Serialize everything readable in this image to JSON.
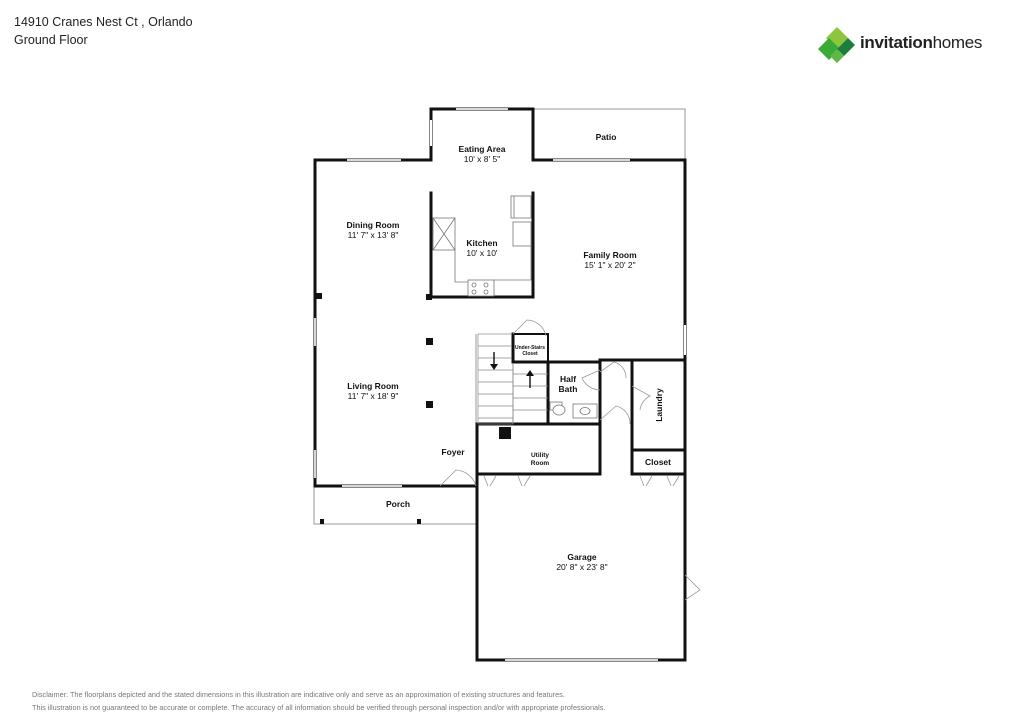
{
  "header": {
    "address": "14910 Cranes Nest Ct , Orlando",
    "floor": "Ground Floor"
  },
  "logo": {
    "brand_bold": "invitation",
    "brand_rest": "homes",
    "colors": [
      "#8cc63f",
      "#3aa935",
      "#1c7e3c",
      "#5fb845"
    ]
  },
  "rooms": {
    "eating_area": {
      "name": "Eating Area",
      "dims": "10' x 8' 5\""
    },
    "patio": {
      "name": "Patio"
    },
    "dining_room": {
      "name": "Dining Room",
      "dims": "11' 7\" x 13' 8\""
    },
    "kitchen": {
      "name": "Kitchen",
      "dims": "10' x 10'"
    },
    "family_room": {
      "name": "Family Room",
      "dims": "15' 1\" x 20' 2\""
    },
    "under_stairs": {
      "line1": "Under-Stairs",
      "line2": "Closet"
    },
    "half_bath": {
      "line1": "Half",
      "line2": "Bath"
    },
    "laundry": {
      "name": "Laundry"
    },
    "living_room": {
      "name": "Living Room",
      "dims": "11' 7\" x 18' 9\""
    },
    "foyer": {
      "name": "Foyer"
    },
    "utility_room": {
      "line1": "Utility",
      "line2": "Room"
    },
    "closet": {
      "name": "Closet"
    },
    "porch": {
      "name": "Porch"
    },
    "garage": {
      "name": "Garage",
      "dims": "20' 8\" x 23' 8\""
    }
  },
  "disclaimer": {
    "line1": "Disclaimer: The floorplans depicted and the stated dimensions in this illustration are indicative only and serve as an approximation of existing structures and features.",
    "line2": "This illustration is not guaranteed to be accurate or complete. The accuracy of all information should be verified through personal inspection and/or with appropriate professionals."
  }
}
